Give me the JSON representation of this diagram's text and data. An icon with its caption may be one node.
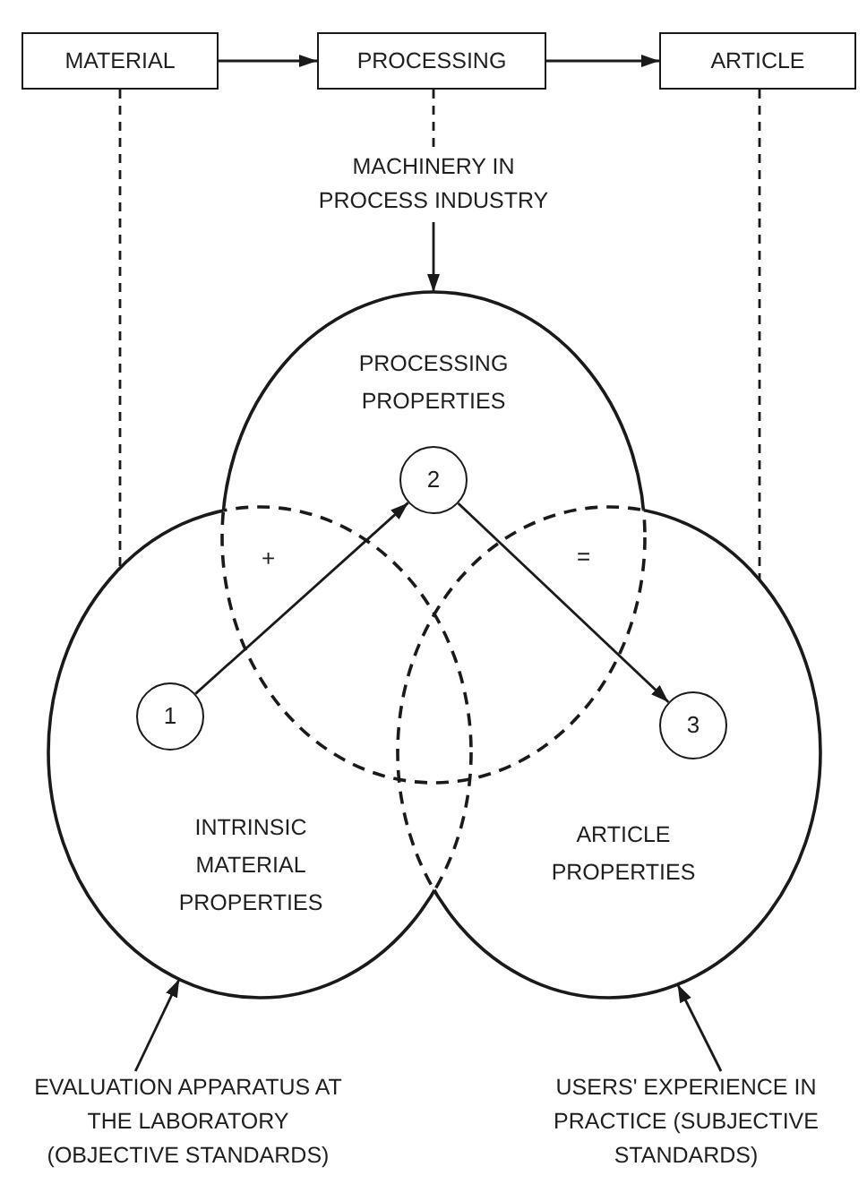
{
  "diagram": {
    "nodes": [
      {
        "text": [
          "MATERIAL"
        ]
      },
      {
        "text": [
          "PROCESSING"
        ]
      },
      {
        "text": [
          "ARTICLE"
        ]
      },
      {
        "text": [
          "MACHINERY IN PROCESS INDUSTRY"
        ]
      },
      {
        "text": [
          "PROCESSING PROPERTIES"
        ]
      },
      {
        "text": [
          "INTRINSIC MATERIAL PROPERTIES"
        ]
      },
      {
        "text": [
          "ARTICLE PROPERTIES"
        ]
      },
      {
        "text": [
          "1"
        ],
        "in": 5
      },
      {
        "text": [
          "2"
        ],
        "in": 4
      },
      {
        "text": [
          "3"
        ],
        "in": 6
      },
      {
        "text": [
          "EVALUATION APPARATUS AT THE LABORATORY (OBJECTIVE STANDARDS)"
        ]
      },
      {
        "text": [
          "USERS' EXPERIENCE IN PRACTICE (SUBJECTIVE STANDARDS)"
        ]
      }
    ],
    "edges": [
      {
        "from": 0,
        "to": 1,
        "arrow": "to"
      },
      {
        "from": 1,
        "to": 2,
        "arrow": "to"
      },
      {
        "from": 1,
        "to": 3,
        "arrow": "none",
        "style": "dashed"
      },
      {
        "from": 3,
        "to": 4,
        "arrow": "to"
      },
      {
        "from": 0,
        "to": 5,
        "arrow": "none",
        "style": "dashed"
      },
      {
        "from": 2,
        "to": 6,
        "arrow": "none",
        "style": "dashed"
      },
      {
        "from": 7,
        "to": 8,
        "arrow": "to"
      },
      {
        "from": 8,
        "to": 9,
        "arrow": "to"
      },
      {
        "from": 10,
        "to": 5,
        "arrow": "to"
      },
      {
        "from": 11,
        "to": 6,
        "arrow": "to"
      }
    ],
    "labels": [
      "+",
      "="
    ]
  }
}
